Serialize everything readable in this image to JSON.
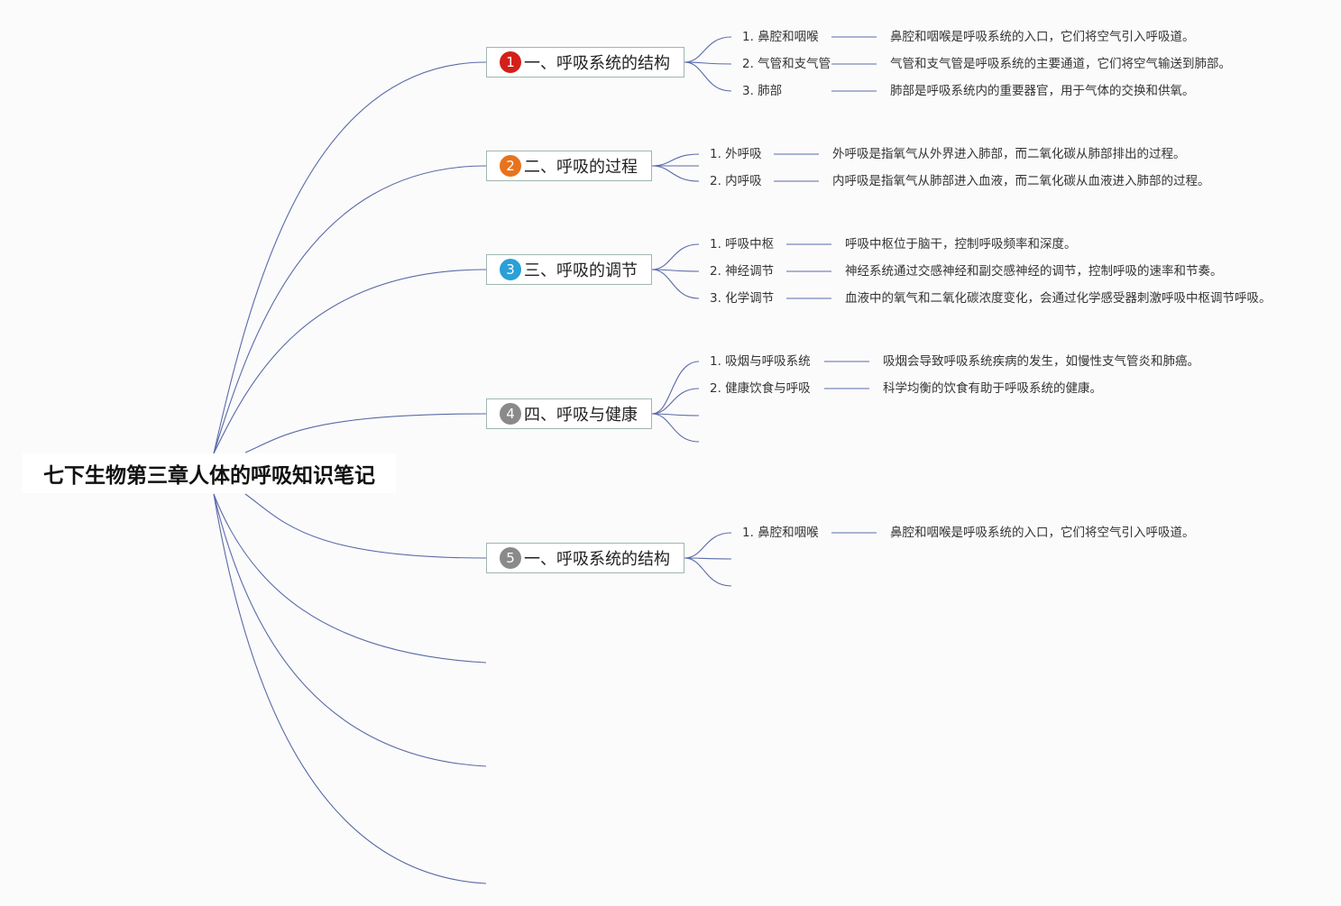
{
  "root": {
    "title": "七下生物第三章人体的呼吸知识笔记"
  },
  "branches": [
    {
      "number": "1",
      "color": "#d4201a",
      "label": "一、呼吸系统的结构",
      "items": [
        {
          "label": "1. 鼻腔和咽喉",
          "desc": "鼻腔和咽喉是呼吸系统的入口，它们将空气引入呼吸道。"
        },
        {
          "label": "2. 气管和支气管",
          "desc": "气管和支气管是呼吸系统的主要通道，它们将空气输送到肺部。"
        },
        {
          "label": "3. 肺部",
          "desc": "肺部是呼吸系统内的重要器官，用于气体的交换和供氧。"
        }
      ]
    },
    {
      "number": "2",
      "color": "#e8731e",
      "label": "二、呼吸的过程",
      "items": [
        {
          "label": "1. 外呼吸",
          "desc": "外呼吸是指氧气从外界进入肺部，而二氧化碳从肺部排出的过程。"
        },
        {
          "label": "2. 内呼吸",
          "desc": "内呼吸是指氧气从肺部进入血液，而二氧化碳从血液进入肺部的过程。"
        }
      ]
    },
    {
      "number": "3",
      "color": "#2a9fd8",
      "label": "三、呼吸的调节",
      "items": [
        {
          "label": "1. 呼吸中枢",
          "desc": "呼吸中枢位于脑干，控制呼吸频率和深度。"
        },
        {
          "label": "2. 神经调节",
          "desc": "神经系统通过交感神经和副交感神经的调节，控制呼吸的速率和节奏。"
        },
        {
          "label": "3. 化学调节",
          "desc": "血液中的氧气和二氧化碳浓度变化，会通过化学感受器刺激呼吸中枢调节呼吸。"
        }
      ]
    },
    {
      "number": "4",
      "color": "#8a8a8a",
      "label": "四、呼吸与健康",
      "items": [
        {
          "label": "1. 吸烟与呼吸系统",
          "desc": "吸烟会导致呼吸系统疾病的发生，如慢性支气管炎和肺癌。"
        },
        {
          "label": "2. 健康饮食与呼吸",
          "desc": "科学均衡的饮食有助于呼吸系统的健康。"
        }
      ]
    },
    {
      "number": "5",
      "color": "#8a8a8a",
      "label": "一、呼吸系统的结构",
      "items": [
        {
          "label": "1. 鼻腔和咽喉",
          "desc": "鼻腔和咽喉是呼吸系统的入口，它们将空气引入呼吸道。"
        }
      ]
    }
  ],
  "colors": {
    "link": "#5b6aa8",
    "branch_border": "#9fb7ad"
  }
}
